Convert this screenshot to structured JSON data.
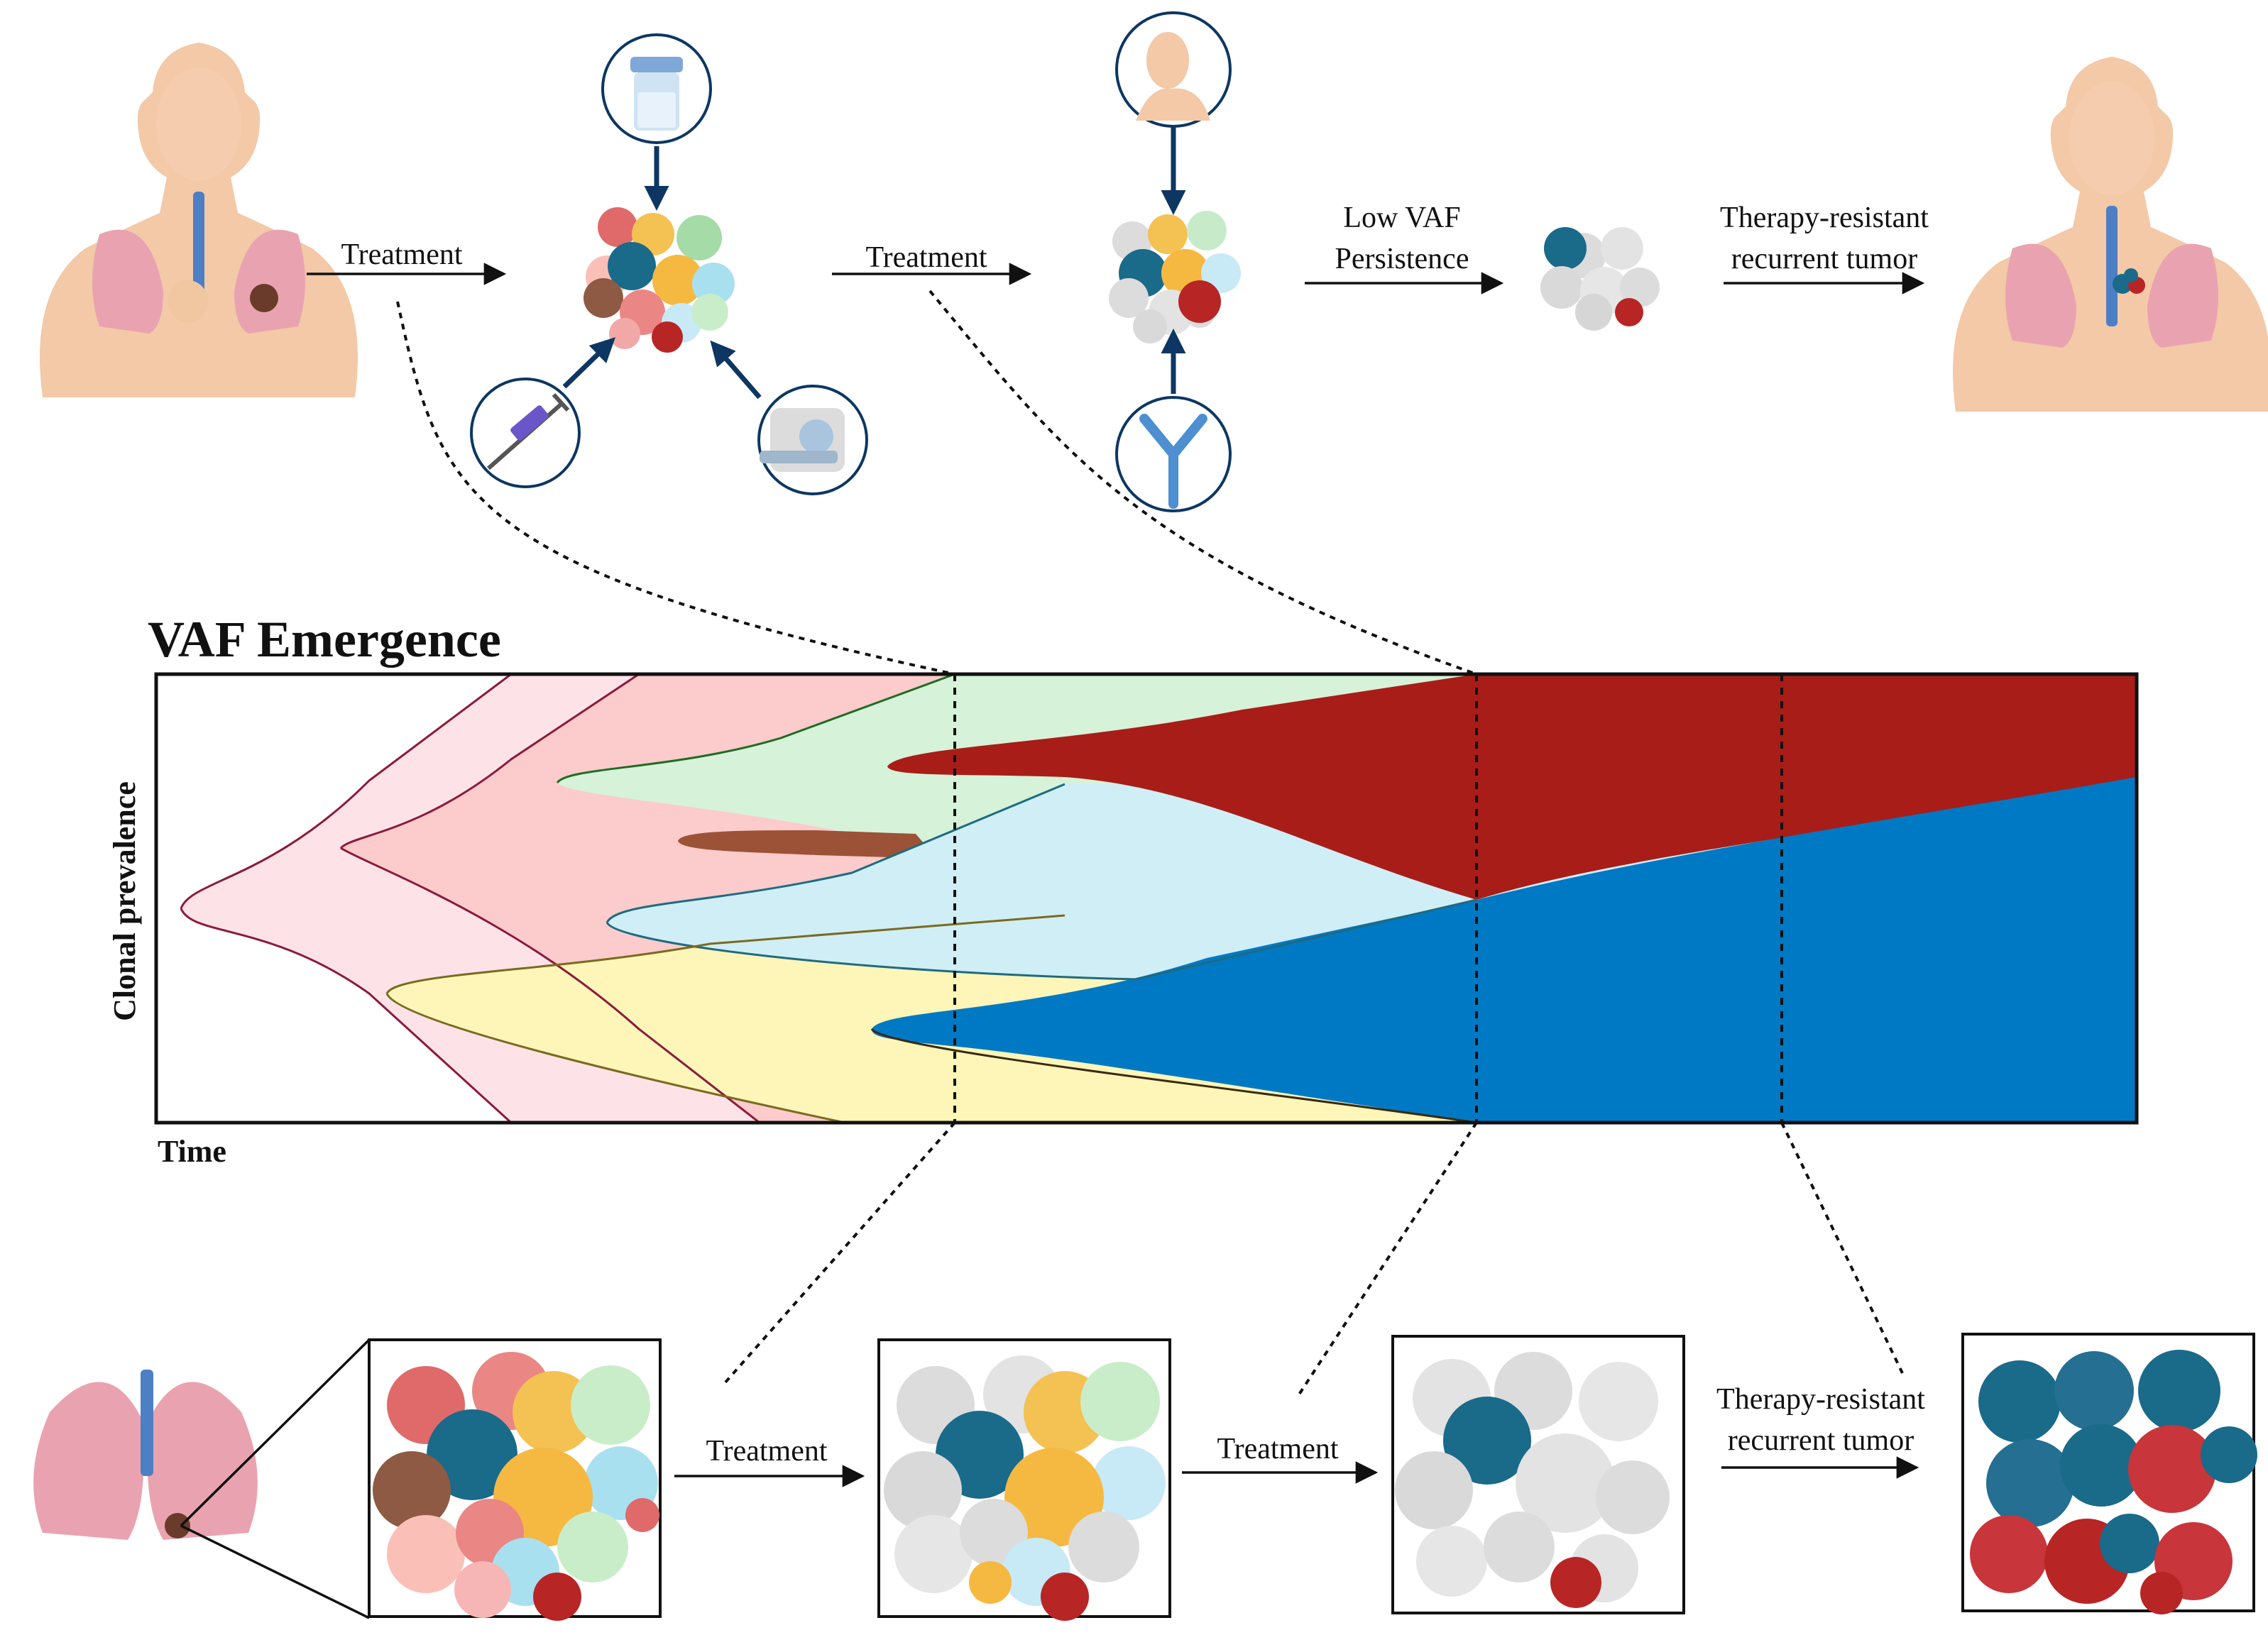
{
  "title": "VAF Emergence",
  "axes": {
    "ylabel": "Clonal prevalence",
    "xlabel": "Time"
  },
  "top_row": {
    "arrow1_label": "Treatment",
    "arrow2_label": "Treatment",
    "arrow3_label_line1": "Low VAF",
    "arrow3_label_line2": "Persistence",
    "arrow4_label_line1": "Therapy-resistant",
    "arrow4_label_line2": "recurrent tumor"
  },
  "bottom_row": {
    "arrow1_label": "Treatment",
    "arrow2_label": "Treatment",
    "arrow3_label_line1": "Therapy-resistant",
    "arrow3_label_line2": "recurrent tumor"
  },
  "icons": {
    "top_therapy": [
      "pill-bottle-icon",
      "syringe-icon",
      "mri-scanner-icon"
    ],
    "mid_therapy": [
      "human-head-icon",
      "antibody-icon"
    ]
  },
  "colors": {
    "clone_pink_light": "#fde3e8",
    "clone_pink": "#fccbcc",
    "clone_green": "#d6f2d8",
    "clone_brown": "#9c5236",
    "clone_lightblue": "#d0eef6",
    "clone_yellow": "#fdf6b8",
    "clone_red": "#a81d18",
    "clone_blue": "#0079c4",
    "cell_teal": "#1a6a8a",
    "cell_gray": "#d9d9d9"
  }
}
